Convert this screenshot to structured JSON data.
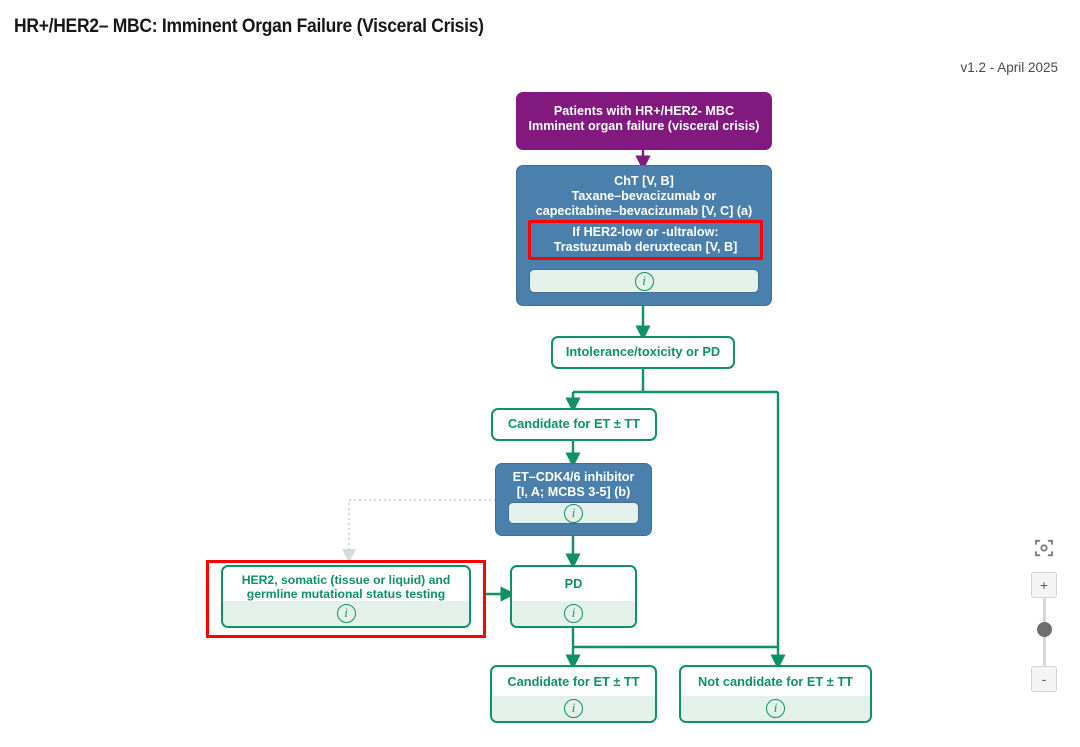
{
  "header": {
    "title": "HR+/HER2– MBC: Imminent Organ Failure (Visceral Crisis)",
    "version": "v1.2 - April 2025"
  },
  "colors": {
    "purple": "#82197f",
    "blue": "#4a80ab",
    "green": "#0f9164",
    "highlight_red": "#ff0000",
    "info_strip": "#e4f1ea",
    "background": "#ffffff"
  },
  "diagram": {
    "type": "clinical-treatment-flowchart",
    "nodes": [
      {
        "id": "patients",
        "style": "purple",
        "lines": [
          "Patients with HR+/HER2- MBC",
          "Imminent organ failure (visceral crisis)"
        ],
        "info": false
      },
      {
        "id": "cht",
        "style": "blue",
        "lines": [
          "ChT [V, B]",
          "Taxane–bevacizumab or",
          "capecitabine–bevacizumab [V, C] (a)"
        ],
        "info": true,
        "info_icon": "info-icon"
      },
      {
        "id": "her2-low-overlay",
        "style": "red-panel",
        "lines": [
          "If HER2-low or -ultralow:",
          "Trastuzumab deruxtecan [V, B]"
        ],
        "info": false
      },
      {
        "id": "intolerance",
        "style": "green",
        "lines": [
          "Intolerance/toxicity or PD"
        ],
        "info": false
      },
      {
        "id": "candidate-et-tt-1",
        "style": "green",
        "lines": [
          "Candidate for ET ± TT"
        ],
        "info": false
      },
      {
        "id": "et-cdk46",
        "style": "blue",
        "lines": [
          "ET–CDK4/6 inhibitor",
          "[I, A; MCBS 3-5] (b)"
        ],
        "info": true,
        "info_icon": "info-icon"
      },
      {
        "id": "her2-testing",
        "style": "green",
        "highlighted": true,
        "lines": [
          "HER2, somatic (tissue or liquid) and",
          "germline mutational status testing"
        ],
        "info": true,
        "info_icon": "info-icon"
      },
      {
        "id": "pd",
        "style": "green",
        "lines": [
          "PD"
        ],
        "info": true,
        "info_icon": "info-icon"
      },
      {
        "id": "candidate-et-tt-2",
        "style": "green",
        "lines": [
          "Candidate for ET ± TT"
        ],
        "info": true,
        "info_icon": "info-icon"
      },
      {
        "id": "not-candidate-et-tt",
        "style": "green",
        "lines": [
          "Not candidate for ET ± TT"
        ],
        "info": true,
        "info_icon": "info-icon"
      }
    ],
    "edges": [
      {
        "from": "patients",
        "to": "cht",
        "style": "solid-purple"
      },
      {
        "from": "cht",
        "to": "intolerance",
        "style": "solid-green"
      },
      {
        "from": "intolerance",
        "to": "candidate-et-tt-1",
        "style": "solid-green"
      },
      {
        "from": "intolerance",
        "to": "not-candidate-et-tt",
        "style": "solid-green"
      },
      {
        "from": "candidate-et-tt-1",
        "to": "et-cdk46",
        "style": "solid-green"
      },
      {
        "from": "et-cdk46",
        "to": "her2-testing",
        "style": "dotted-grey"
      },
      {
        "from": "et-cdk46",
        "to": "pd",
        "style": "solid-green"
      },
      {
        "from": "her2-testing",
        "to": "pd",
        "style": "solid-green"
      },
      {
        "from": "pd",
        "to": "candidate-et-tt-2",
        "style": "solid-green"
      },
      {
        "from": "pd",
        "to": "not-candidate-et-tt",
        "style": "solid-green"
      }
    ]
  },
  "controls": {
    "recenter_label": "",
    "zoom_in_label": "+",
    "zoom_out_label": "-"
  }
}
